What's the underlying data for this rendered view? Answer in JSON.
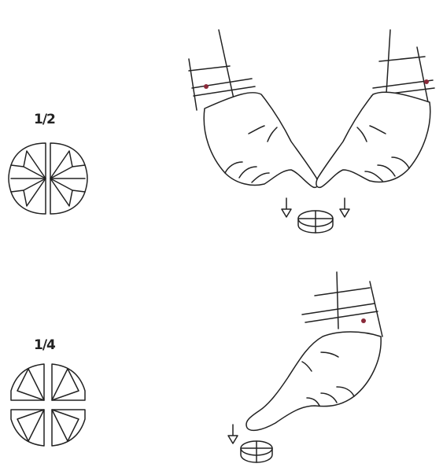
{
  "steps": [
    {
      "label": "1/2",
      "hands": "two-hands",
      "pieces": 2
    },
    {
      "label": "1/4",
      "hands": "one-hand",
      "pieces": 4
    }
  ],
  "colors": {
    "line": "#222222",
    "cuff_accent": "#8a2a3a",
    "background": "#ffffff"
  },
  "icons": [
    "tablet-halves-icon",
    "tablet-quarters-icon",
    "hand-icon",
    "down-arrow-icon",
    "tablet-icon"
  ]
}
